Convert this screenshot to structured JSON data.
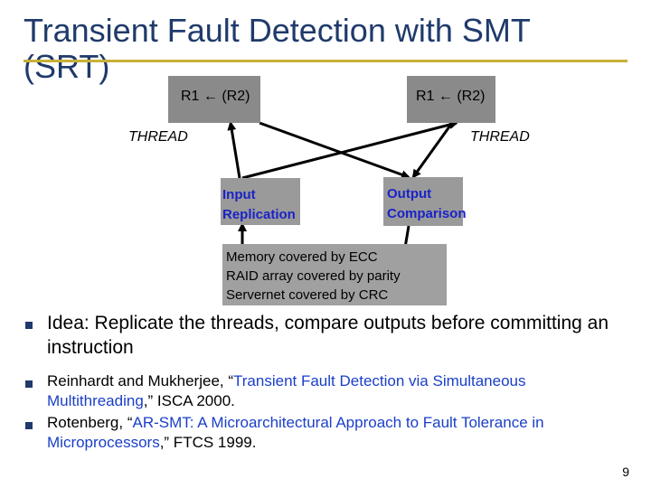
{
  "slide": {
    "title_line1": "Transient Fault Detection with SMT",
    "title_line2": "(SRT)",
    "page_number": "9"
  },
  "diagram": {
    "left_reg": "R1 ← (R2)",
    "right_reg": "R1 ← (R2)",
    "left_thread": "THREAD",
    "right_thread": "THREAD",
    "input_box_line1": "Input",
    "input_box_line2": "Replication",
    "output_box_line1": "Output",
    "output_box_line2": "Comparison",
    "memory_lines": [
      "Memory covered by ECC",
      "RAID array covered by parity",
      "Servernet covered by CRC"
    ]
  },
  "bullets": {
    "idea": "Idea: Replicate the threads, compare outputs before committing an instruction",
    "ref1_prefix": "Reinhardt and Mukherjee, “",
    "ref1_link": "Transient Fault Detection via Simultaneous Multithreading",
    "ref1_suffix": ",” ISCA 2000.",
    "ref2_prefix": "Rotenberg, “",
    "ref2_link": "AR-SMT: A Microarchitectural Approach to Fault Tolerance in Microprocessors",
    "ref2_suffix": ",” FTCS 1999."
  },
  "colors": {
    "title": "#1f3a6b",
    "rule": "#c9b037",
    "box_gray": "#9a9a9a",
    "box_text_blue": "#1a23c8",
    "link": "#1a3fc8"
  }
}
